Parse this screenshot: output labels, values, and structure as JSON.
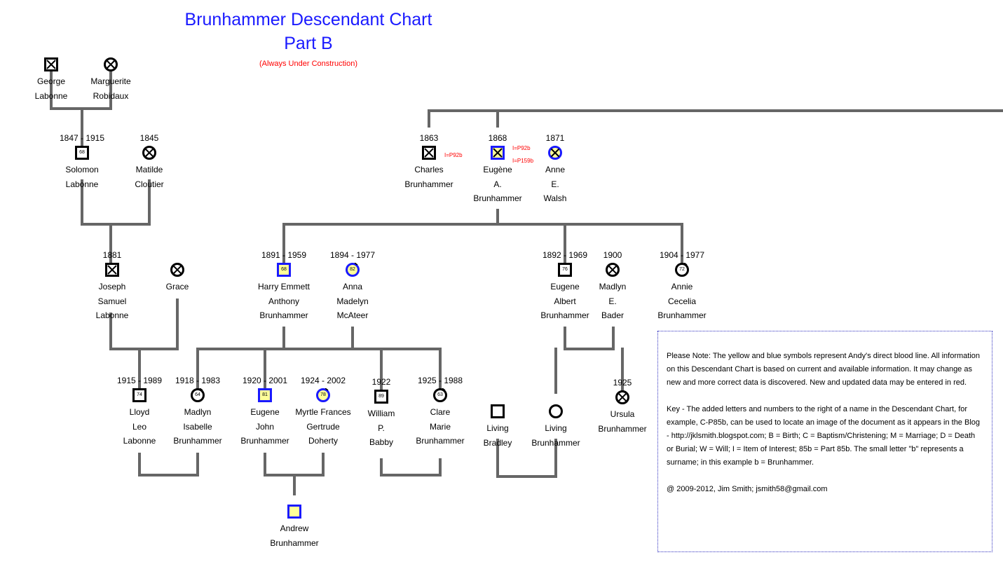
{
  "title": "Brunhammer Descendant Chart",
  "subtitle": "Part B",
  "status": "(Always Under Construction)",
  "colors": {
    "line": "#666666",
    "blood_fill": "#ffff99",
    "blood_border": "#1a1aff",
    "title": "#1a1aff",
    "red": "#ff0000"
  },
  "people": [
    {
      "id": "george",
      "years": "",
      "name_lines": [
        "George",
        "Labonne"
      ],
      "sex": "m",
      "deceased": true,
      "blood": false,
      "age": ""
    },
    {
      "id": "marguerite",
      "years": "",
      "name_lines": [
        "Marguerite",
        "Robidaux"
      ],
      "sex": "f",
      "deceased": true,
      "blood": false,
      "age": ""
    },
    {
      "id": "solomon",
      "years": "1847 - 1915",
      "name_lines": [
        "Solomon",
        "Labonne"
      ],
      "sex": "m",
      "deceased": true,
      "blood": false,
      "age": "68"
    },
    {
      "id": "matilde",
      "years": "1845",
      "name_lines": [
        "Matilde",
        "Cloutier"
      ],
      "sex": "f",
      "deceased": true,
      "blood": false,
      "age": ""
    },
    {
      "id": "joseph",
      "years": "1881",
      "name_lines": [
        "Joseph",
        "Samuel",
        "Labonne"
      ],
      "sex": "m",
      "deceased": true,
      "blood": false,
      "age": ""
    },
    {
      "id": "grace",
      "years": "",
      "name_lines": [
        "Grace"
      ],
      "sex": "f",
      "deceased": true,
      "blood": false,
      "age": ""
    },
    {
      "id": "charles",
      "years": "1863",
      "name_lines": [
        "Charles",
        "Brunhammer"
      ],
      "sex": "m",
      "deceased": true,
      "blood": false,
      "age": "",
      "refs": [
        "I=P92b"
      ]
    },
    {
      "id": "eugene_a",
      "years": "1868",
      "name_lines": [
        "Eugène",
        "A.",
        "Brunhammer"
      ],
      "sex": "m",
      "deceased": true,
      "blood": true,
      "age": "",
      "refs": [
        "I=P92b",
        "I=P159b"
      ]
    },
    {
      "id": "anne",
      "years": "1871",
      "name_lines": [
        "Anne",
        "E.",
        "Walsh"
      ],
      "sex": "f",
      "deceased": true,
      "blood": true,
      "age": ""
    },
    {
      "id": "harry",
      "years": "1891 - 1959",
      "name_lines": [
        "Harry Emmett",
        "Anthony",
        "Brunhammer"
      ],
      "sex": "m",
      "deceased": true,
      "blood": true,
      "age": "68"
    },
    {
      "id": "anna",
      "years": "1894 - 1977",
      "name_lines": [
        "Anna",
        "Madelyn",
        "McAteer"
      ],
      "sex": "f",
      "deceased": true,
      "blood": true,
      "age": "82"
    },
    {
      "id": "eugene_albert",
      "years": "1892 - 1969",
      "name_lines": [
        "Eugene",
        "Albert",
        "Brunhammer"
      ],
      "sex": "m",
      "deceased": true,
      "blood": false,
      "age": "76"
    },
    {
      "id": "madlyn_bader",
      "years": "1900",
      "name_lines": [
        "Madlyn",
        "E.",
        "Bader"
      ],
      "sex": "f",
      "deceased": true,
      "blood": false,
      "age": ""
    },
    {
      "id": "annie",
      "years": "1904 - 1977",
      "name_lines": [
        "Annie",
        "Cecelia",
        "Brunhammer"
      ],
      "sex": "f",
      "deceased": true,
      "blood": false,
      "age": "72"
    },
    {
      "id": "lloyd",
      "years": "1915 - 1989",
      "name_lines": [
        "Lloyd",
        "Leo",
        "Labonne"
      ],
      "sex": "m",
      "deceased": true,
      "blood": false,
      "age": "74"
    },
    {
      "id": "madlyn_i",
      "years": "1918 - 1983",
      "name_lines": [
        "Madlyn",
        "Isabelle",
        "Brunhammer"
      ],
      "sex": "f",
      "deceased": true,
      "blood": false,
      "age": "64"
    },
    {
      "id": "eugene_j",
      "years": "1920 - 2001",
      "name_lines": [
        "Eugene",
        "John",
        "Brunhammer"
      ],
      "sex": "m",
      "deceased": true,
      "blood": true,
      "age": "81"
    },
    {
      "id": "myrtle",
      "years": "1924 - 2002",
      "name_lines": [
        "Myrtle Frances",
        "Gertrude",
        "Doherty"
      ],
      "sex": "f",
      "deceased": true,
      "blood": true,
      "age": "78"
    },
    {
      "id": "william",
      "years": "1922",
      "name_lines": [
        "William",
        "P.",
        "Babby"
      ],
      "sex": "m",
      "deceased": true,
      "blood": false,
      "age": "89"
    },
    {
      "id": "clare",
      "years": "1925 - 1988",
      "name_lines": [
        "Clare",
        "Marie",
        "Brunhammer"
      ],
      "sex": "f",
      "deceased": true,
      "blood": false,
      "age": "63"
    },
    {
      "id": "living_bradley",
      "years": "",
      "name_lines": [
        "Living",
        "Bradley"
      ],
      "sex": "m",
      "deceased": false,
      "blood": false,
      "age": ""
    },
    {
      "id": "living_brunhammer",
      "years": "",
      "name_lines": [
        "Living",
        "Brunhammer"
      ],
      "sex": "f",
      "deceased": false,
      "blood": false,
      "age": ""
    },
    {
      "id": "ursula",
      "years": "1925",
      "name_lines": [
        "Ursula",
        "Brunhammer"
      ],
      "sex": "f",
      "deceased": true,
      "blood": false,
      "age": ""
    },
    {
      "id": "andrew",
      "years": "",
      "name_lines": [
        "Andrew",
        "Brunhammer"
      ],
      "sex": "m",
      "deceased": false,
      "blood": true,
      "age": ""
    }
  ],
  "note": {
    "paragraphs": [
      "Please Note:  The yellow and blue symbols represent Andy's direct blood line.  All information on this Descendant Chart is based on current and available information.  It may change as new and more correct data is discovered.  New and updated data may be entered in red.",
      "Key - The added letters and numbers to the right of a name in the Descendant Chart, for example, C-P85b, can be used to locate an image of the document as it appears in the Blog - http://jklsmith.blogspot.com; B = Birth; C = Baptism/Christening; M = Marriage; D = Death or Burial; W = Will; I = Item of Interest; 85b = Part 85b.  The small letter \"b\" represents a surname; in this example b = Brunhammer.",
      "@ 2009-2012, Jim Smith; jsmith58@gmail.com"
    ]
  }
}
